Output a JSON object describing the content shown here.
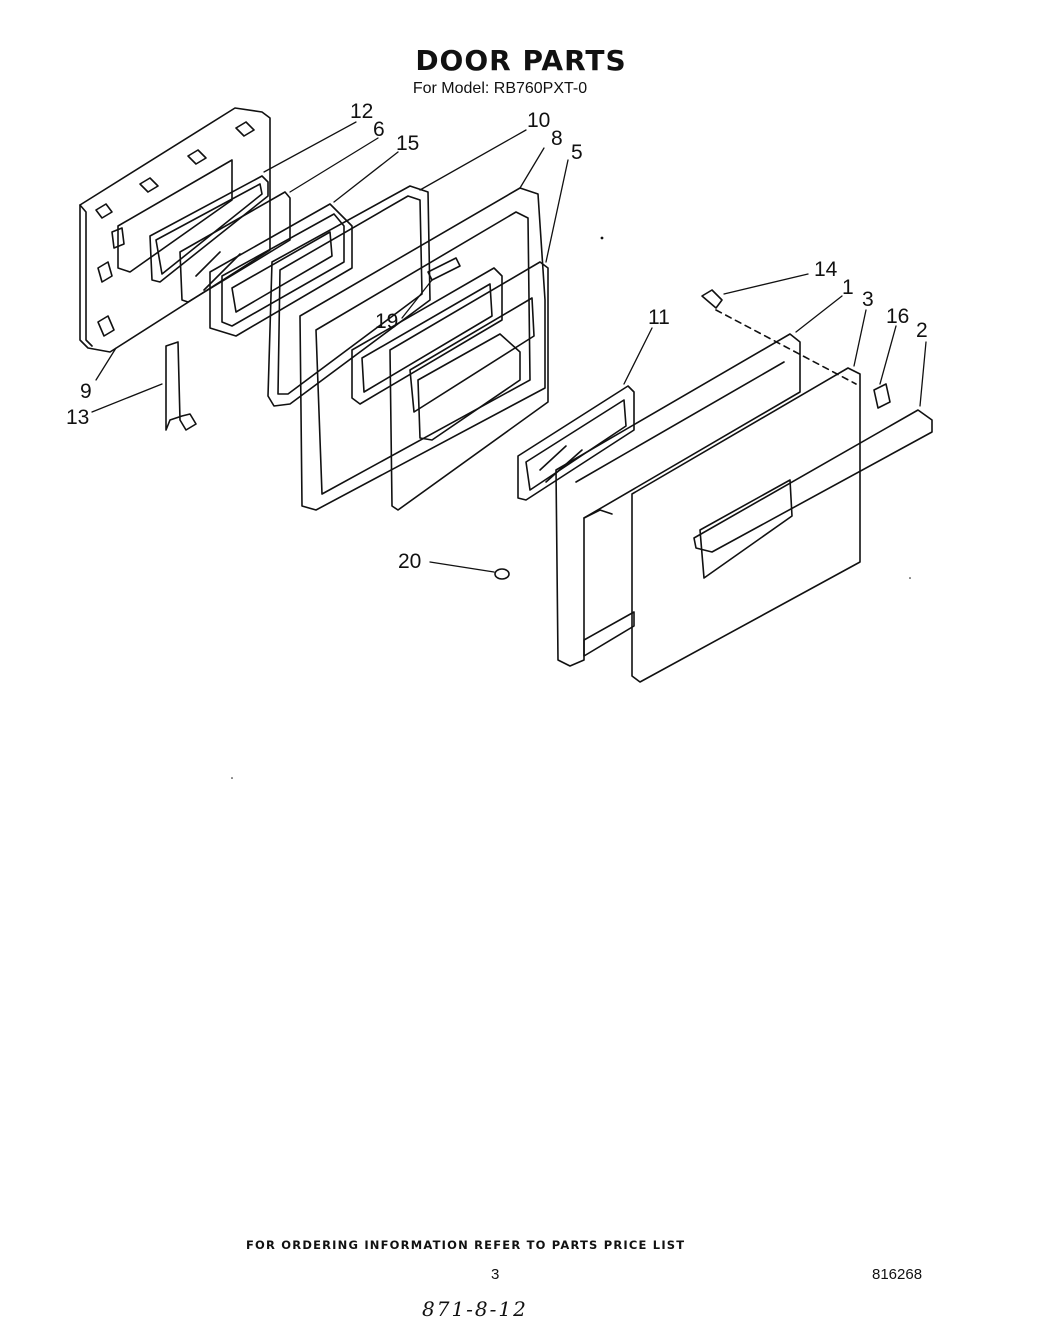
{
  "header": {
    "title": "DOOR PARTS",
    "subtitle": "For Model: RB760PXT-0"
  },
  "callouts": [
    {
      "label": "12",
      "part": "item-12"
    },
    {
      "label": "6",
      "part": "item-6"
    },
    {
      "label": "15",
      "part": "item-15"
    },
    {
      "label": "10",
      "part": "item-10"
    },
    {
      "label": "8",
      "part": "item-8"
    },
    {
      "label": "5",
      "part": "item-5"
    },
    {
      "label": "14",
      "part": "item-14"
    },
    {
      "label": "1",
      "part": "item-1"
    },
    {
      "label": "3",
      "part": "item-3"
    },
    {
      "label": "16",
      "part": "item-16"
    },
    {
      "label": "2",
      "part": "item-2"
    },
    {
      "label": "11",
      "part": "item-11"
    },
    {
      "label": "19",
      "part": "item-19"
    },
    {
      "label": "9",
      "part": "item-9"
    },
    {
      "label": "13",
      "part": "item-13"
    },
    {
      "label": "20",
      "part": "item-20"
    }
  ],
  "footer": {
    "ordering_note": "FOR ORDERING INFORMATION REFER TO PARTS PRICE LIST",
    "page_number": "3",
    "drawing_number": "816268",
    "handwritten_note": "871-8-12"
  }
}
